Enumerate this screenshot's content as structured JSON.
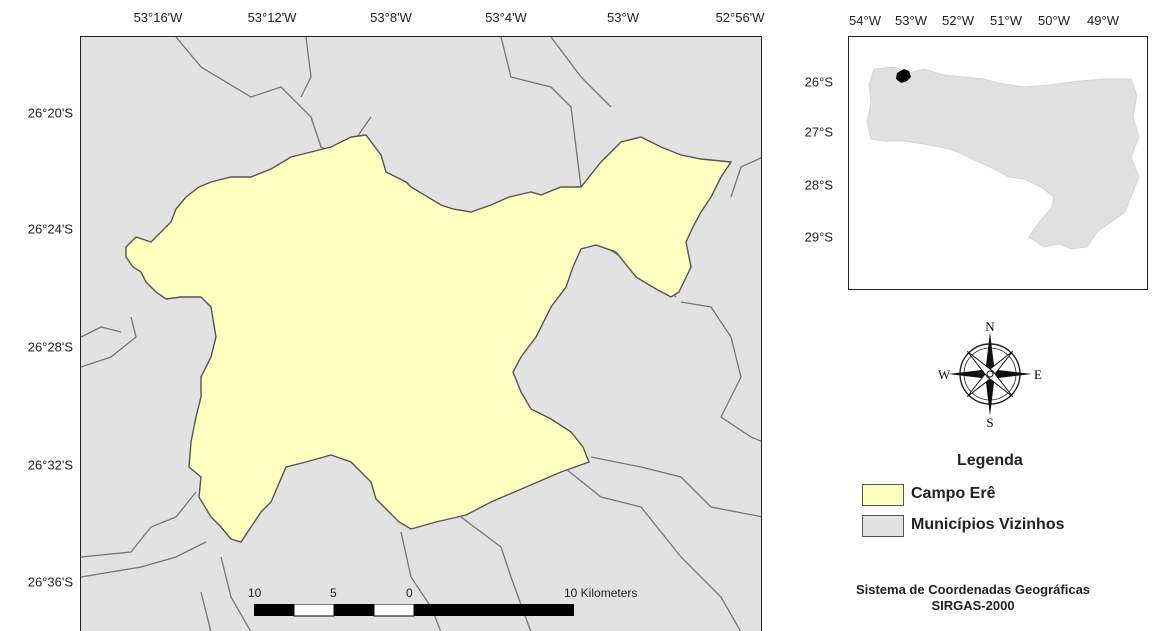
{
  "main_map": {
    "top_ticks": [
      "53°16'W",
      "53°12'W",
      "53°8'W",
      "53°4'W",
      "53°W",
      "52°56'W"
    ],
    "left_ticks": [
      "26°20'S",
      "26°24'S",
      "26°28'S",
      "26°32'S",
      "26°36'S"
    ],
    "colors": {
      "campo_ere": "#ffffc0",
      "vizinhos": "#e2e2e2",
      "border": "#777777"
    }
  },
  "inset_map": {
    "top_ticks": [
      "54°W",
      "53°W",
      "52°W",
      "51°W",
      "50°W",
      "49°W"
    ],
    "left_ticks": [
      "26°S",
      "27°S",
      "28°S",
      "29°S"
    ],
    "colors": {
      "state_fill": "#e0e0e0",
      "highlight": "#000000"
    }
  },
  "compass": {
    "n": "N",
    "s": "S",
    "e": "E",
    "w": "W",
    "icon": "compass-rose-icon"
  },
  "legend": {
    "title": "Legenda",
    "items": [
      {
        "label": "Campo Erê",
        "color": "#ffffc0"
      },
      {
        "label": "Municípios Vizinhos",
        "color": "#e2e2e2"
      }
    ]
  },
  "scale_bar": {
    "labels": [
      "10",
      "5",
      "0",
      "10 Kilometers"
    ]
  },
  "crs": {
    "line1": "Sistema de Coordenadas Geográficas",
    "line2": "SIRGAS-2000"
  }
}
